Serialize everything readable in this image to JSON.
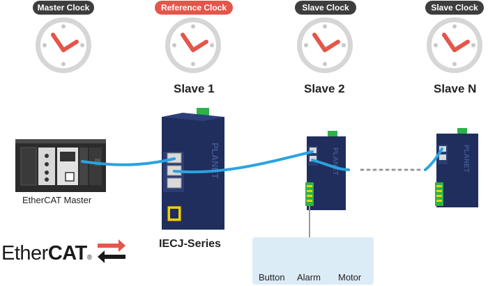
{
  "clocks": [
    {
      "badge": "Master Clock",
      "badge_color": "#3d3d3d"
    },
    {
      "badge": "Reference Clock",
      "badge_color": "#e4554a"
    },
    {
      "badge": "Slave Clock",
      "badge_color": "#3d3d3d"
    },
    {
      "badge": "Slave Clock",
      "badge_color": "#3d3d3d"
    }
  ],
  "nodes": {
    "slave1": "Slave 1",
    "slave2": "Slave 2",
    "slaveN": "Slave N"
  },
  "master_label": "EtherCAT Master",
  "series_label": "IECJ-Series",
  "device_brand": "PLANET",
  "logo": {
    "part1": "Ether",
    "part2": "CAT",
    "mark": "®"
  },
  "io_devices": {
    "button": "Button",
    "alarm": "Alarm",
    "motor": "Motor"
  },
  "colors": {
    "cable": "#2aa3e0",
    "device_body": "#1f2e5c",
    "terminal_green": "#2bb34a",
    "clock_hand": "#e4554a",
    "io_panel": "#dcecf6"
  }
}
